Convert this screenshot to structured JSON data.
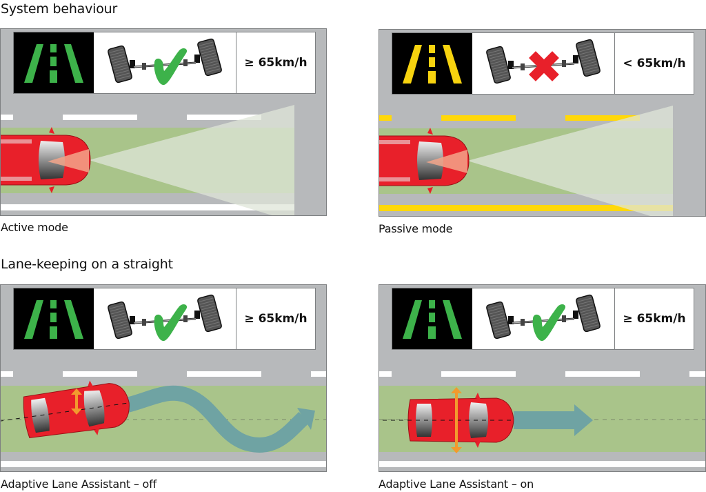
{
  "sections": [
    {
      "title": "System behaviour"
    },
    {
      "title": "Lane-keeping on a straight"
    }
  ],
  "panels": [
    {
      "caption": "Active mode",
      "speed": "≥ 65km/h",
      "lane_icon": "lane-lines-icon",
      "lane_icon_color": "#3db24a",
      "status_icon": "checkmark-icon",
      "status_color": "#3db24a",
      "marking_color": "#ffffff",
      "scene": "camera-cone"
    },
    {
      "caption": "Passive mode",
      "speed": "< 65km/h",
      "lane_icon": "lane-lines-icon",
      "lane_icon_color": "#f7d30f",
      "status_icon": "cross-icon",
      "status_color": "#e8202a",
      "marking_color": "#ffd80a",
      "scene": "camera-cone"
    },
    {
      "caption": "Adaptive Lane Assistant – off",
      "speed": "≥ 65km/h",
      "lane_icon": "lane-lines-icon",
      "lane_icon_color": "#3db24a",
      "status_icon": "checkmark-icon",
      "status_color": "#3db24a",
      "marking_color": "#ffffff",
      "scene": "wavy-path"
    },
    {
      "caption": "Adaptive Lane Assistant – on",
      "speed": "≥ 65km/h",
      "lane_icon": "lane-lines-icon",
      "lane_icon_color": "#3db24a",
      "status_icon": "checkmark-icon",
      "status_color": "#3db24a",
      "marking_color": "#ffffff",
      "scene": "straight-path"
    }
  ],
  "colors": {
    "road": "#b7b9bb",
    "lane_fill": "#a9c48a",
    "cone": "#dfe6d8",
    "car_body": "#e8202a",
    "path_arrow": "#6fa3a3",
    "corridor_arrow": "#f29a2e"
  }
}
